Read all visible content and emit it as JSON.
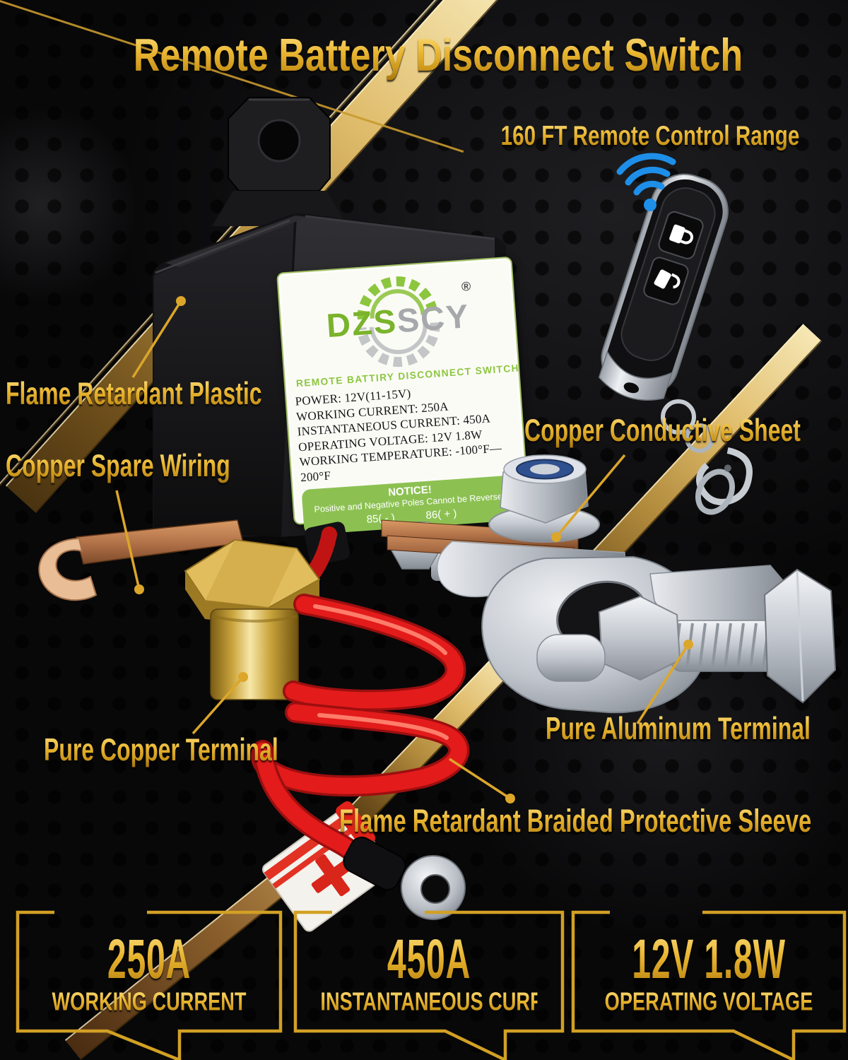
{
  "title": "Remote Battery Disconnect Switch",
  "remote": {
    "range_label": "160 FT Remote Control Range"
  },
  "callouts": {
    "flame_plastic": "Flame Retardant Plastic",
    "copper_spare": "Copper Spare Wiring",
    "copper_sheet": "Copper Conductive Sheet",
    "pure_copper": "Pure Copper Terminal",
    "pure_aluminum": "Pure Aluminum Terminal",
    "braided_sleeve": "Flame Retardant Braided Protective Sleeve"
  },
  "device_label": {
    "brand": {
      "green": "DZS",
      "gray": "SCY",
      "registered": "®"
    },
    "tagline": "REMOTE BATTIRY DISCONNECT SWITCH",
    "specs": [
      "POWER: 12V(11-15V)",
      "WORKING CURRENT: 250A",
      "INSTANTANEOUS CURRENT: 450A",
      "OPERATING VOLTAGE: 12V 1.8W",
      "WORKING TEMPERATURE: -100°F—200°F"
    ],
    "notice": {
      "heading": "NOTICE!",
      "body": "Positive and Negative Poles Cannot be Reversed",
      "poles_left": "85( - )",
      "poles_right": "86( + )"
    }
  },
  "badges": [
    {
      "value": "250A",
      "label": "WORKING CURRENT"
    },
    {
      "value": "450A",
      "label": "INSTANTANEOUS CURRENT"
    },
    {
      "value": "12V 1.8W",
      "label": "OPERATING VOLTAGE"
    }
  ],
  "icons": {
    "wifi": "wifi-signal-icon",
    "lock_closed": "lock-closed-icon",
    "lock_open": "lock-open-icon",
    "gear": "gear-logo-icon",
    "plus_tag": "plus-icon"
  },
  "colors": {
    "gold": "#DFA227",
    "badge_border": "#D2A024",
    "brand_green": "#8CC63F",
    "brand_gray": "#A6A8AB",
    "notice_green": "#8CC152",
    "wire_red": "#E31B1B",
    "wifi_blue": "#1E8FE8",
    "background": "#0B0B0C"
  }
}
